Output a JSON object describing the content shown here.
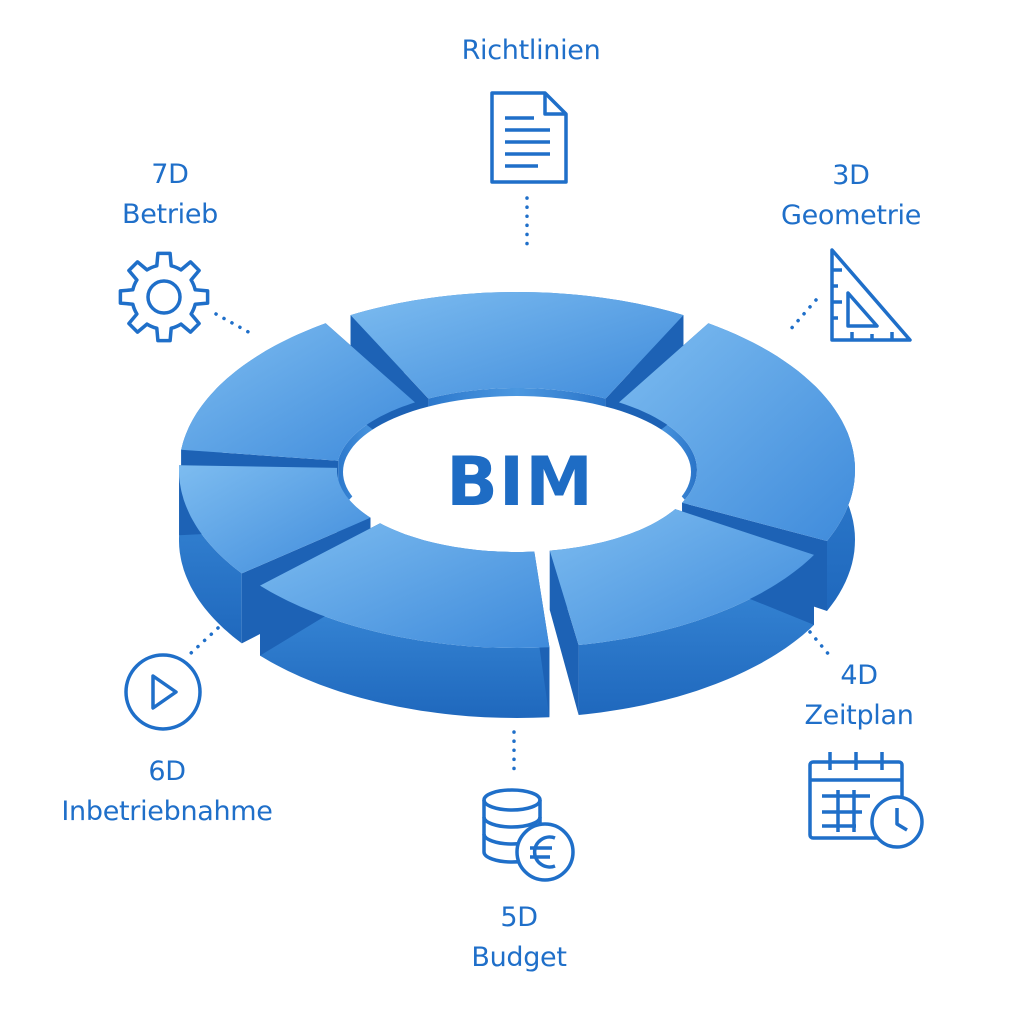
{
  "center": {
    "title": "BIM"
  },
  "colors": {
    "accent": "#1f6fc9",
    "segment_top_light": "#6db2ec",
    "segment_top_dark": "#4a93de",
    "segment_side": "#2f7fd3",
    "segment_side_dark": "#1f67bb"
  },
  "segments": [
    {
      "id": "richtlinien",
      "icon": "document-icon",
      "title": "",
      "subtitle": "Richtlinien"
    },
    {
      "id": "3d",
      "icon": "triangle-ruler-icon",
      "title": "3D",
      "subtitle": "Geometrie"
    },
    {
      "id": "4d",
      "icon": "calendar-clock-icon",
      "title": "4D",
      "subtitle": "Zeitplan"
    },
    {
      "id": "5d",
      "icon": "coins-euro-icon",
      "title": "5D",
      "subtitle": "Budget"
    },
    {
      "id": "6d",
      "icon": "play-circle-icon",
      "title": "6D",
      "subtitle": "Inbetriebnahme"
    },
    {
      "id": "7d",
      "icon": "gear-icon",
      "title": "7D",
      "subtitle": "Betrieb"
    }
  ]
}
